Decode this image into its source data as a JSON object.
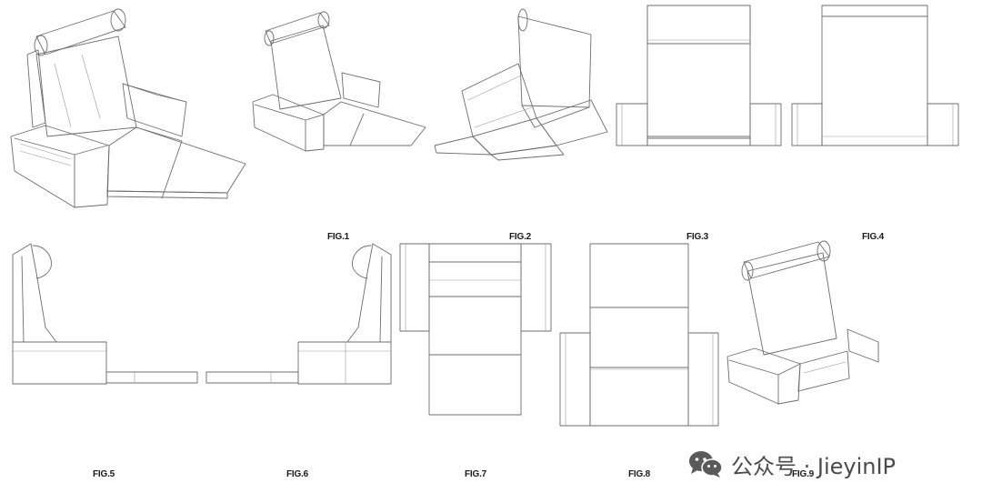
{
  "figures": [
    {
      "label": "FIG.1"
    },
    {
      "label": "FIG.2"
    },
    {
      "label": "FIG.3"
    },
    {
      "label": "FIG.4"
    },
    {
      "label": "FIG.5"
    },
    {
      "label": "FIG.6"
    },
    {
      "label": "FIG.7"
    },
    {
      "label": "FIG.8"
    },
    {
      "label": "FIG.9"
    }
  ],
  "watermark": {
    "text": "公众号 · JieyinIP",
    "icon": "wechat-icon"
  }
}
